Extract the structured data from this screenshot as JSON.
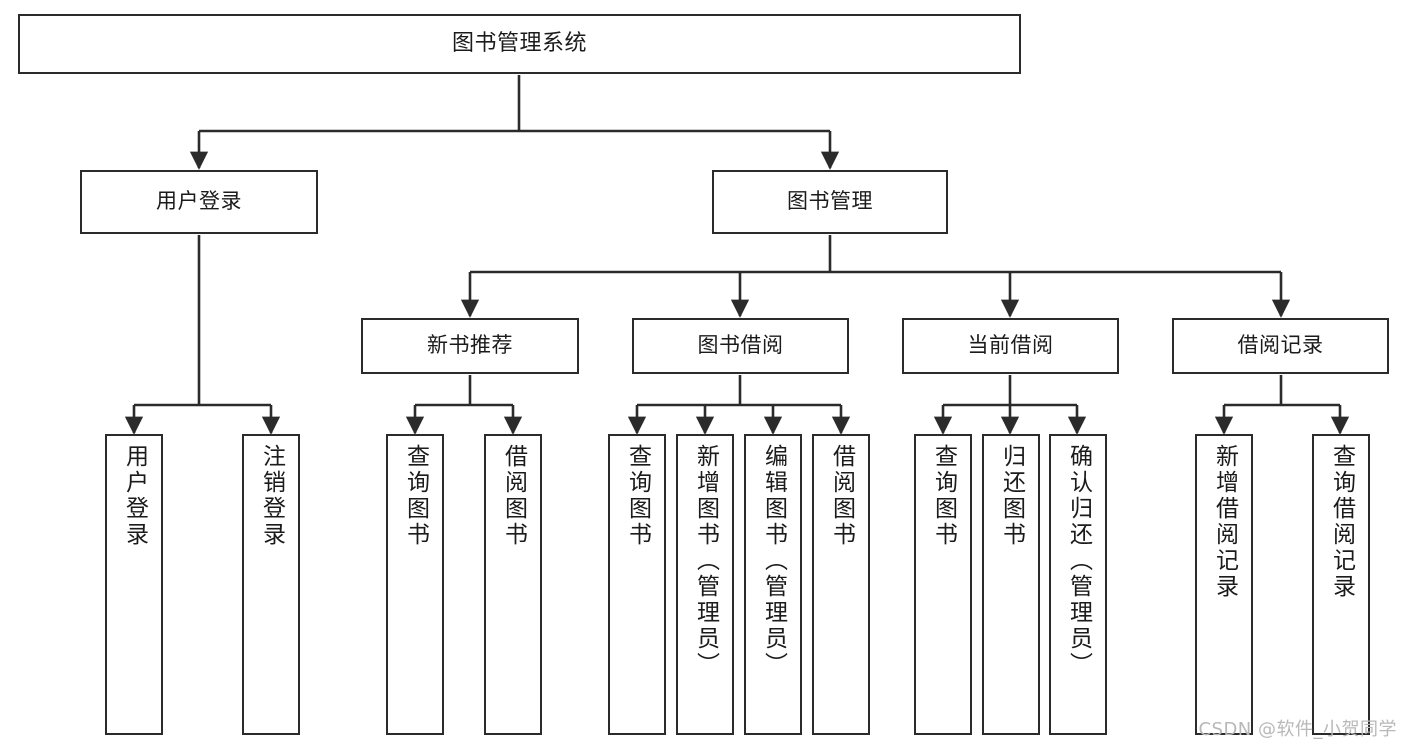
{
  "diagram": {
    "type": "tree-hierarchy-chart",
    "title": "图书管理系统",
    "background_color": "#ffffff",
    "box_border_color": "#2b2b2b",
    "connector_color": "#2b2b2b",
    "text_color": "#1b1b1b"
  },
  "nodes": {
    "root": {
      "label": "图书管理系统"
    },
    "level2": [
      {
        "label": "用户登录"
      },
      {
        "label": "图书管理"
      }
    ],
    "level3": [
      {
        "label": "新书推荐"
      },
      {
        "label": "图书借阅"
      },
      {
        "label": "当前借阅"
      },
      {
        "label": "借阅记录"
      }
    ],
    "leaves_user_login": [
      {
        "label": "用户登录"
      },
      {
        "label": "注销登录"
      }
    ],
    "leaves_new_book": [
      {
        "label": "查询图书"
      },
      {
        "label": "借阅图书"
      }
    ],
    "leaves_borrow": [
      {
        "label": "查询图书"
      },
      {
        "label": "新增图书（管理员）"
      },
      {
        "label": "编辑图书（管理员）"
      },
      {
        "label": "借阅图书"
      }
    ],
    "leaves_current": [
      {
        "label": "查询图书"
      },
      {
        "label": "归还图书"
      },
      {
        "label": "确认归还（管理员）"
      }
    ],
    "leaves_records": [
      {
        "label": "新增借阅记录"
      },
      {
        "label": "查询借阅记录"
      }
    ]
  },
  "watermark": {
    "text": "CSDN @软件_小贺同学"
  }
}
